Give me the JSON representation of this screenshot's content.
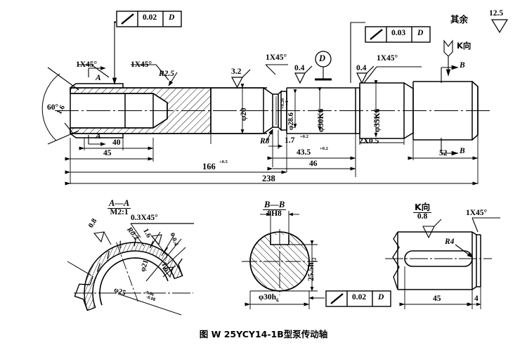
{
  "drawing": {
    "caption": "图  W   25YCY14-1B型泵传动轴",
    "general_surface_note": {
      "text": "其余",
      "value": "12.5"
    }
  },
  "gdt_frames": [
    {
      "id": "top-left",
      "symbol": "runout",
      "tolerance": "0.02",
      "datum": "D"
    },
    {
      "id": "top-right",
      "symbol": "runout",
      "tolerance": "0.03",
      "datum": "D"
    },
    {
      "id": "bottom-bb",
      "symbol": "runout",
      "tolerance": "0.02",
      "datum": "D"
    }
  ],
  "main_view": {
    "chamfers": [
      "1X45°",
      "1X45°",
      "1X45°",
      "1X45°"
    ],
    "radii": [
      "R2.5",
      "R8"
    ],
    "angle": "60°",
    "surface_finishes": [
      "1.6",
      "3.2",
      "0.4",
      "0.4"
    ],
    "diameters": {
      "bore": "φ20",
      "groove": "φ28.6",
      "journal1": "φ30K6",
      "journal2": "φ35K6"
    },
    "groove_tol": "+0.28\n+1",
    "dims": {
      "d40": "40",
      "d45": "45",
      "d166": "166",
      "d166_tol": "+0.5",
      "d238": "238",
      "d17": "1.7",
      "d17_tol": "+0.2",
      "d435": "43.5",
      "d435_tol": "+0.2",
      "d46": "46",
      "d2x05": "2X0.5",
      "d52": "52"
    },
    "section_marks": {
      "a_left": "A",
      "a_right": "A",
      "b_top": "B",
      "b_bottom": "B",
      "datum_d": "D",
      "k_arrow": "K向"
    }
  },
  "detail_aa": {
    "title": "A—A",
    "scale": "M2:1",
    "chamfer": "0.3X45°",
    "radius": "R0.2",
    "finishes": [
      "0.8",
      "1.6",
      "1.6"
    ],
    "dia_inner": "φ21",
    "dia_outer": "φ25",
    "dia_outer_tol": "-0.06\n-0.08",
    "slot": "6-0.4"
  },
  "detail_bb": {
    "title": "B—B",
    "key_width": "8H8",
    "height": "25.5h",
    "height_sub": "12",
    "diameter": "φ30h",
    "diameter_sub": "6"
  },
  "detail_k": {
    "title": "K向",
    "finish": "0.8",
    "chamfer": "1X45°",
    "radius": "R4",
    "dim_45": "45",
    "dim_4": "4"
  }
}
